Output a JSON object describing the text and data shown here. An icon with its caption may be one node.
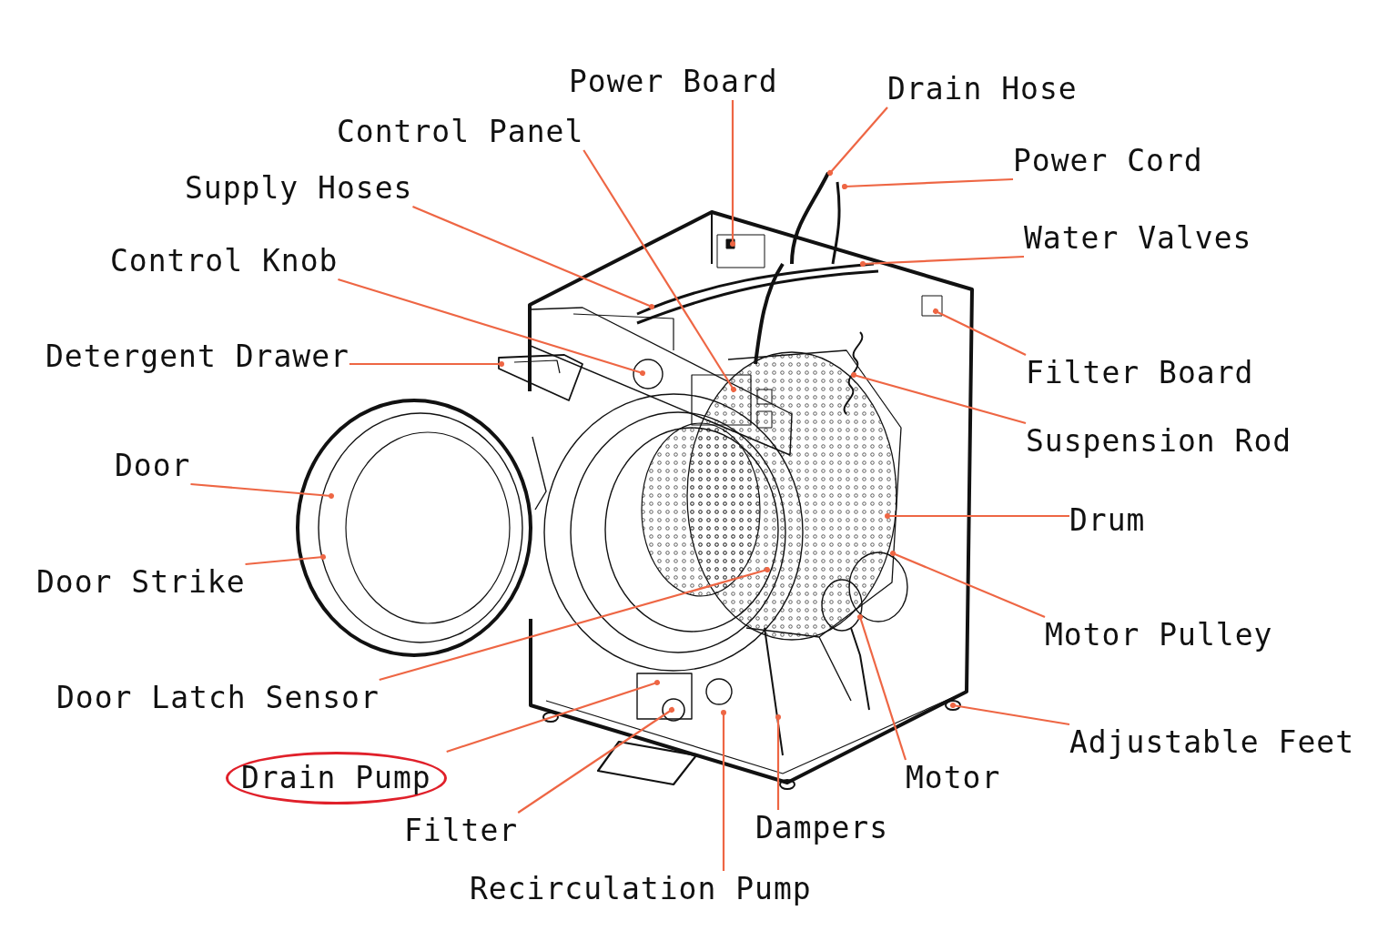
{
  "diagram": {
    "nodes": [
      {
        "text": [
          "Power Board"
        ]
      },
      {
        "text": [
          "Drain Hose"
        ]
      },
      {
        "text": [
          "Control Panel"
        ]
      },
      {
        "text": [
          "Power Cord"
        ]
      },
      {
        "text": [
          "Supply Hoses"
        ]
      },
      {
        "text": [
          "Water Valves"
        ]
      },
      {
        "text": [
          "Control Knob"
        ]
      },
      {
        "text": [
          "Detergent Drawer"
        ]
      },
      {
        "text": [
          "Filter Board"
        ]
      },
      {
        "text": [
          "Suspension Rod"
        ]
      },
      {
        "text": [
          "Door"
        ]
      },
      {
        "text": [
          "Drum"
        ]
      },
      {
        "text": [
          "Door Strike"
        ]
      },
      {
        "text": [
          "Motor Pulley"
        ]
      },
      {
        "text": [
          "Door Latch Sensor"
        ]
      },
      {
        "text": [
          "Adjustable Feet"
        ]
      },
      {
        "text": [
          "Drain Pump"
        ]
      },
      {
        "text": [
          "Motor"
        ]
      },
      {
        "text": [
          "Filter"
        ]
      },
      {
        "text": [
          "Dampers"
        ]
      },
      {
        "text": [
          "Recirculation Pump"
        ]
      }
    ],
    "edges": [
      {
        "from": 0,
        "to": null,
        "arrow": "other"
      },
      {
        "from": 1,
        "to": null,
        "arrow": "other"
      },
      {
        "from": 2,
        "to": null,
        "arrow": "other"
      },
      {
        "from": 3,
        "to": null,
        "arrow": "other"
      },
      {
        "from": 4,
        "to": null,
        "arrow": "other"
      },
      {
        "from": 5,
        "to": null,
        "arrow": "other"
      },
      {
        "from": 6,
        "to": null,
        "arrow": "other"
      },
      {
        "from": 7,
        "to": null,
        "arrow": "other"
      },
      {
        "from": 8,
        "to": null,
        "arrow": "other"
      },
      {
        "from": 9,
        "to": null,
        "arrow": "other"
      },
      {
        "from": 10,
        "to": null,
        "arrow": "other"
      },
      {
        "from": 11,
        "to": null,
        "arrow": "other"
      },
      {
        "from": 12,
        "to": null,
        "arrow": "other"
      },
      {
        "from": 13,
        "to": null,
        "arrow": "other"
      },
      {
        "from": 14,
        "to": null,
        "arrow": "other"
      },
      {
        "from": 15,
        "to": null,
        "arrow": "other"
      },
      {
        "from": 16,
        "to": null,
        "arrow": "other"
      },
      {
        "from": 17,
        "to": null,
        "arrow": "other"
      },
      {
        "from": 18,
        "to": null,
        "arrow": "other"
      },
      {
        "from": 19,
        "to": null,
        "arrow": "other"
      },
      {
        "from": 20,
        "to": null,
        "arrow": "other"
      }
    ]
  }
}
